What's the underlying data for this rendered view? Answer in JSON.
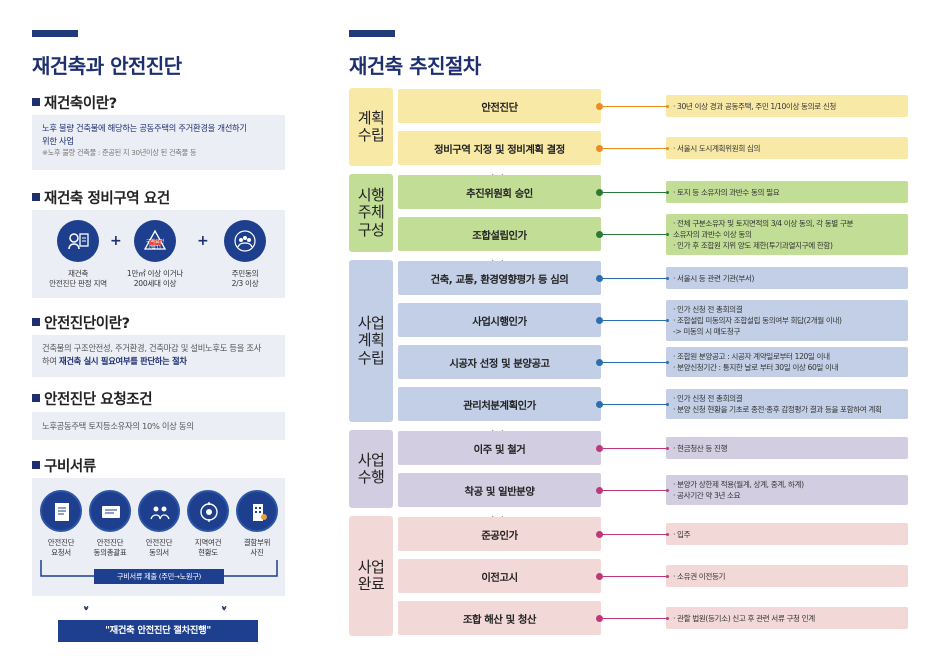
{
  "left": {
    "title": "재건축과 안전진단",
    "what_is": {
      "heading": "재건축이란?",
      "line1": "노후 불량 건축물에 해당하는 공동주택의 주거환경을 개선하기",
      "line2": "위한 사업",
      "note": "※노후 불량 건축물 : 준공된 지 30년이상 된 건축물 등"
    },
    "zone": {
      "heading": "재건축 정비구역 요건",
      "items": [
        {
          "icon": "safety-inspector-icon",
          "line1": "재건축",
          "line2": "안전진단 판정 지역"
        },
        {
          "icon": "zone-requirement-icon",
          "badge1": "구역요건",
          "badge2": "(택1)",
          "line1": "1만㎡ 이상 이거나",
          "line2": "200세대 이상"
        },
        {
          "icon": "residents-group-icon",
          "line1": "주민동의",
          "line2": "2/3 이상"
        }
      ],
      "plus": "+"
    },
    "safety": {
      "heading": "안전진단이란?",
      "line1": "건축물의 구조안전성, 주거환경, 건축마감 및 설비노후도 등을 조사",
      "line2_prefix": "하여 ",
      "line2_bold": "재건축 실시 필요여부를 판단하는 절차"
    },
    "request": {
      "heading": "안전진단 요청조건",
      "text": "노후공동주택 토지등소유자의 10% 이상 동의"
    },
    "docs": {
      "heading": "구비서류",
      "items": [
        {
          "icon": "application-form-icon",
          "line1": "안전진단",
          "line2": "요청서"
        },
        {
          "icon": "consent-document-icon",
          "line1": "안전진단",
          "line2": "동의총괄표"
        },
        {
          "icon": "consent-form-icon",
          "line1": "안전진단",
          "line2": "동의서"
        },
        {
          "icon": "status-map-icon",
          "line1": "지역여건",
          "line2": "현황도"
        },
        {
          "icon": "building-photo-icon",
          "line1": "결함부위",
          "line2": "사진"
        }
      ],
      "submit": "구비서류 제출 (주민→노원구)",
      "final": "\"재건축 안전진단 절차진행\"",
      "chevron": "››"
    }
  },
  "right": {
    "title": "재건축 추진절차",
    "phases": [
      {
        "label": "계획\n수립",
        "color": "#f8e9a6",
        "dot": "#ef8a1c",
        "steps": [
          {
            "label": "안전진단",
            "notes": [
              "· 30년 이상 경과 공동주택, 주민 1/10이상 동의로 신청"
            ]
          },
          {
            "label": "정비구역 지정 및 정비계획 결정",
            "notes": [
              "· 서울시 도시계획위원회 심의"
            ]
          }
        ]
      },
      {
        "label": "시행\n주체\n구성",
        "color": "#c2dd96",
        "dot": "#2a7a3a",
        "steps": [
          {
            "label": "추진위원회 승인",
            "notes": [
              "· 토지 등 소유자의 과반수 동의 필요"
            ]
          },
          {
            "label": "조합설립인가",
            "notes": [
              "· 전체 구분소유자 및 토지면적의 3/4 이상 동의, 각 동별 구분",
              "  소유자의 과반수 이상 동의",
              "· 인가 후 조합원 지위 양도 제한(투기과열지구에 한함)"
            ]
          }
        ]
      },
      {
        "label": "사업\n계획\n수립",
        "color": "#c2cfe6",
        "dot": "#2a6fb3",
        "steps": [
          {
            "label": "건축, 교통, 환경영향평가 등 심의",
            "notes": [
              "· 서울시 등 관련 기관(부서)"
            ]
          },
          {
            "label": "사업시행인가",
            "notes": [
              "· 인가 신청 전 총회의결",
              "· 조합설립 미동의자 조합설립 동의여부 회답(2개월 이내)",
              "  -> 미동의 시 매도청구"
            ]
          },
          {
            "label": "시공자 선정 및 분양공고",
            "notes": [
              "· 조합원 분양공고 : 시공자 계약일로부터 120일 이내",
              "· 분양신청기간 : 통지한 날로 부터 30일 이상 60일 이내"
            ]
          },
          {
            "label": "관리처분계획인가",
            "notes": [
              "· 인가 신청 전 총회의결",
              "· 분양 신청 현황을 기초로 종전·종후 감정평가 결과 등을 포함하여 계획"
            ]
          }
        ]
      },
      {
        "label": "사업\n수행",
        "color": "#d3cde1",
        "dot": "#c2377a",
        "steps": [
          {
            "label": "이주 및 철거",
            "notes": [
              "· 현금청산 등 진행"
            ]
          },
          {
            "label": "착공 및 일반분양",
            "notes": [
              "· 분양가 상한제 적용(월계, 상계, 중계, 하계)",
              "· 공사기간 약 3년 소요"
            ]
          }
        ]
      },
      {
        "label": "사업\n완료",
        "color": "#f2d8d6",
        "dot": "#c2377a",
        "steps": [
          {
            "label": "준공인가",
            "notes": [
              "· 입주"
            ]
          },
          {
            "label": "이전고시",
            "notes": [
              "· 소유권 이전등기"
            ]
          },
          {
            "label": "조합 해산 및 청산",
            "notes": [
              "· 관할 법원(등기소) 신고 후 관련 서류 구청 인계"
            ]
          }
        ]
      }
    ]
  }
}
